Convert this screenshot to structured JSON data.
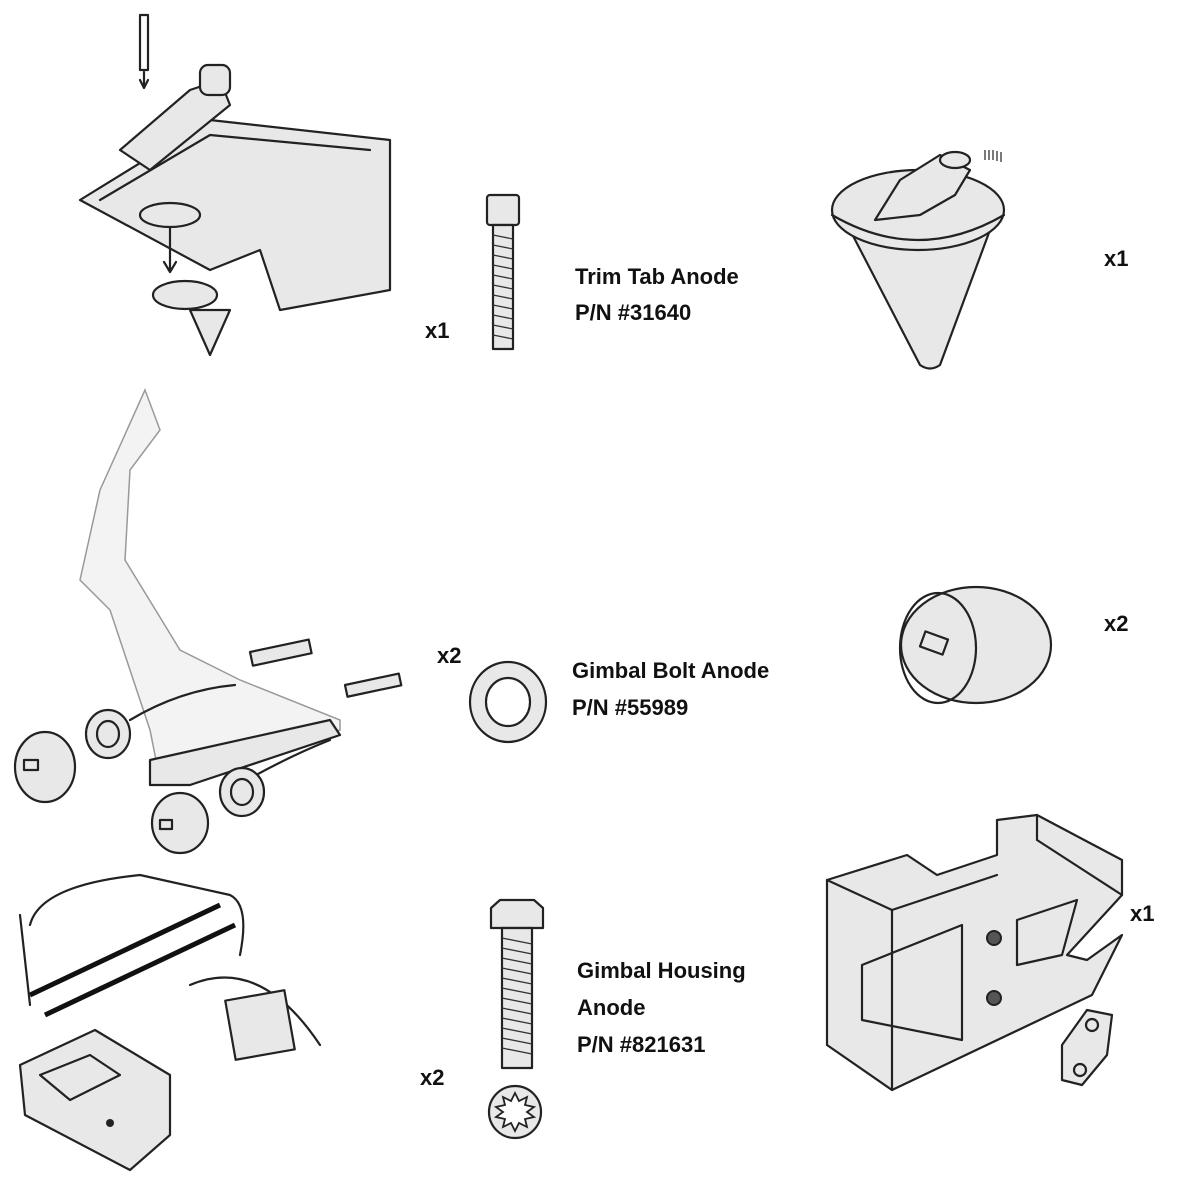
{
  "parts": [
    {
      "name": "Trim Tab Anode",
      "pn": "P/N #31640",
      "hardware_qty": "x1",
      "anode_qty": "x1"
    },
    {
      "name": "Gimbal Bolt Anode",
      "pn": "P/N #55989",
      "hardware_qty": "x2",
      "anode_qty": "x2"
    },
    {
      "name_line1": "Gimbal Housing",
      "name_line2": "Anode",
      "pn": "P/N #821631",
      "hardware_qty": "x2",
      "anode_qty": "x1"
    }
  ]
}
